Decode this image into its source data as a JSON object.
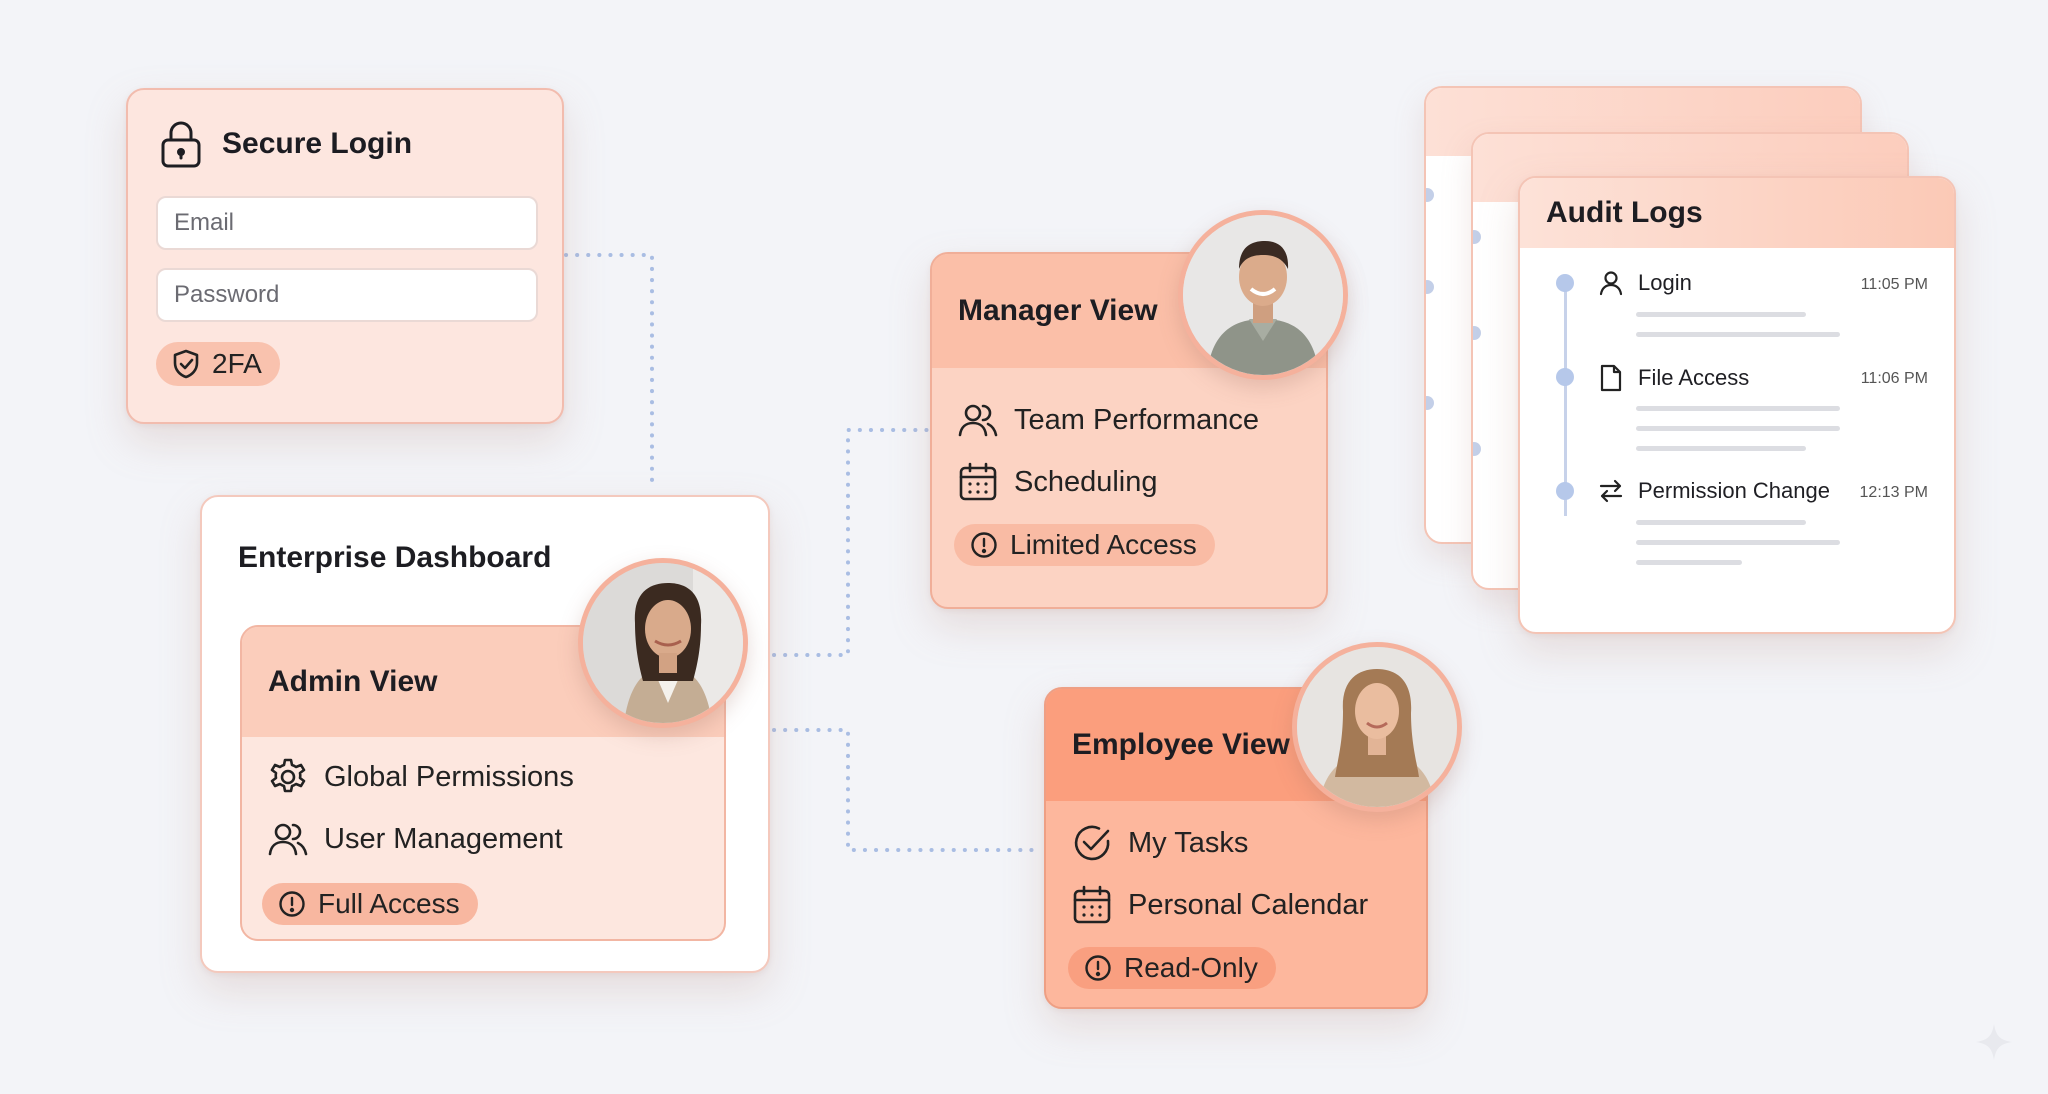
{
  "login": {
    "title": "Secure Login",
    "email_placeholder": "Email",
    "password_placeholder": "Password",
    "badge": "2FA",
    "icons": {
      "lock": "lock-icon",
      "badge": "shield-check-icon"
    }
  },
  "dashboard": {
    "title": "Enterprise Dashboard",
    "admin": {
      "title": "Admin View",
      "items": [
        {
          "label": "Global Permissions",
          "icon": "gear-icon"
        },
        {
          "label": "User Management",
          "icon": "users-icon"
        }
      ],
      "access": "Full Access"
    }
  },
  "manager": {
    "title": "Manager View",
    "items": [
      {
        "label": "Team Performance",
        "icon": "users-icon"
      },
      {
        "label": "Scheduling",
        "icon": "calendar-icon"
      }
    ],
    "access": "Limited Access"
  },
  "employee": {
    "title": "Employee View",
    "items": [
      {
        "label": "My Tasks",
        "icon": "check-circle-icon"
      },
      {
        "label": "Personal Calendar",
        "icon": "calendar-icon"
      }
    ],
    "access": "Read-Only"
  },
  "audit": {
    "title": "Audit Logs",
    "entries": [
      {
        "label": "Login",
        "time": "11:05 PM",
        "icon": "user-icon"
      },
      {
        "label": "File Access",
        "time": "11:06 PM",
        "icon": "file-icon"
      },
      {
        "label": "Permission Change",
        "time": "12:13 PM",
        "icon": "swap-icon"
      }
    ]
  },
  "colors": {
    "connector": "#a9bde3",
    "accent": "#f5a88f",
    "background": "#f3f4f8"
  }
}
